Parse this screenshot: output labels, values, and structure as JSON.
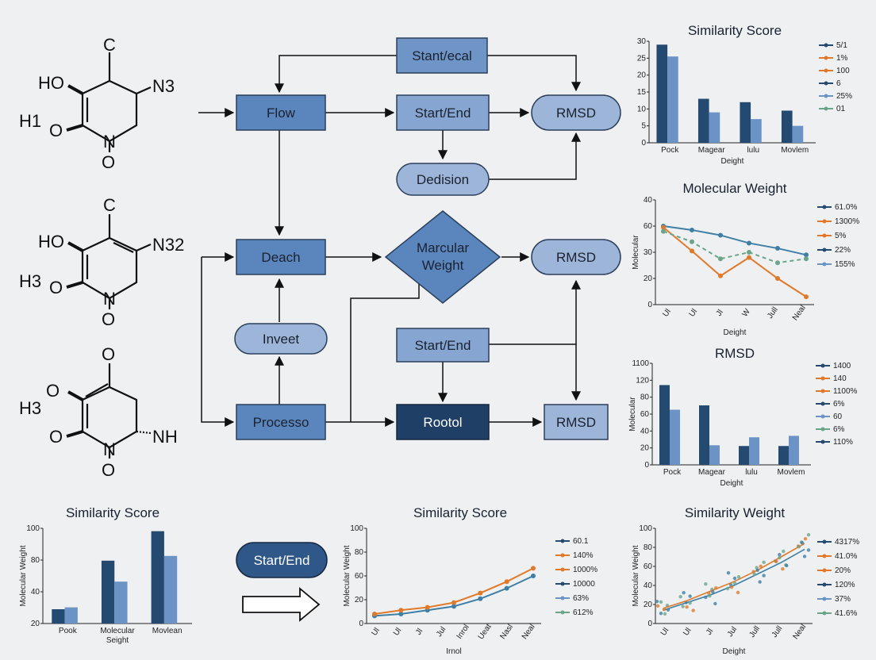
{
  "colors": {
    "bg": "#eef0f2",
    "node_mid": "#5b86bd",
    "node_light": "#9db5d8",
    "node_dark": "#1f3f66",
    "series_dark": "#244a72",
    "series_light": "#6b93c6",
    "series_orange": "#e07a2a",
    "series_green": "#6aa58a",
    "series_teal": "#3f7fa6"
  },
  "molecules": [
    {
      "atoms": {
        "top": "C",
        "ho": "HO",
        "n3": "N3",
        "h1": "H1",
        "o_left": "O",
        "n": "N",
        "o_bottom": "O"
      }
    },
    {
      "atoms": {
        "top": "C",
        "ho": "HO",
        "n3": "N32",
        "h1": "H3",
        "o_left": "O",
        "n": "N",
        "o_bottom": "O"
      }
    },
    {
      "atoms": {
        "top": "O",
        "ho": "O",
        "n3": "NH",
        "h1": "H3",
        "o_left": "O",
        "n": "N",
        "o_bottom": "O"
      }
    }
  ],
  "flow": {
    "n_top": "Stant/ecal",
    "n_flow": "Flow",
    "n_start1": "Start/End",
    "n_rmsd1": "RMSD",
    "n_decision": "Dedision",
    "n_deach": "Deach",
    "n_diamond_l1": "Marcular",
    "n_diamond_l2": "Weight",
    "n_rmsd2": "RMSD",
    "n_inveet": "Inveet",
    "n_start2": "Start/End",
    "n_processo": "Processo",
    "n_rootol": "Rootol",
    "n_rmsd3": "RMSD",
    "n_start3": "Start/End"
  },
  "chart_data": [
    {
      "id": "c1",
      "type": "bar",
      "title": "Similarity Score",
      "xlabel": "Deight",
      "ylabel": "",
      "categories": [
        "Pock",
        "Magear",
        "lulu",
        "Movlem"
      ],
      "yticks": [
        "0",
        "5",
        "10",
        "15",
        "20",
        "25",
        "30"
      ],
      "ylim": [
        0,
        30
      ],
      "series": [
        {
          "values": [
            29,
            13,
            12,
            9.5
          ]
        },
        {
          "values": [
            25.5,
            9,
            7,
            5
          ]
        }
      ],
      "legend": [
        "5/1",
        "1%",
        "100",
        "6",
        "25%",
        "01"
      ],
      "grid": false
    },
    {
      "id": "c2",
      "type": "line",
      "title": "Molecular Weight",
      "xlabel": "Deight",
      "ylabel": "Molecular",
      "categories": [
        "Ul",
        "Ul",
        "Jl",
        "W",
        "Jull",
        "Neal"
      ],
      "yticks": [
        "0",
        "20",
        "30",
        "60",
        "40"
      ],
      "ylim": [
        0,
        80
      ],
      "series": [
        {
          "values": [
            60,
            57,
            53,
            47,
            43,
            38
          ]
        },
        {
          "values": [
            59,
            41,
            22,
            36,
            20,
            6
          ]
        },
        {
          "values": [
            56,
            48,
            35,
            40,
            32,
            35
          ]
        }
      ],
      "legend": [
        "61.0%",
        "1300%",
        "5%",
        "22%",
        "155%"
      ],
      "grid": false
    },
    {
      "id": "c3",
      "type": "bar",
      "title": "RMSD",
      "xlabel": "Deight",
      "ylabel": "Molecular",
      "categories": [
        "Pock",
        "Magear",
        "lulu",
        "Movlem"
      ],
      "yticks": [
        "0",
        "20",
        "40",
        "60",
        "80",
        "120",
        "1100"
      ],
      "ylim": [
        0,
        140
      ],
      "series": [
        {
          "values": [
            110,
            82,
            26,
            26
          ]
        },
        {
          "values": [
            76,
            27,
            38,
            40
          ]
        }
      ],
      "legend": [
        "1400",
        "140",
        "1100%",
        "6%",
        "60",
        "6%",
        "110%"
      ],
      "grid": false
    },
    {
      "id": "c4",
      "type": "bar",
      "title": "Similarity Score",
      "xlabel": "",
      "ylabel": "Molecular Weight",
      "categories": [
        "Pook",
        "Molecular\nSeight",
        "Movlean"
      ],
      "yticks": [
        "20",
        "40",
        "80",
        "100"
      ],
      "ylim": [
        0,
        100
      ],
      "series": [
        {
          "values": [
            15,
            66,
            97
          ]
        },
        {
          "values": [
            17,
            44,
            71
          ]
        }
      ],
      "grid": false
    },
    {
      "id": "c5",
      "type": "line",
      "title": "Similarity Score",
      "xlabel": "Irnol",
      "ylabel": "Molecular Weight",
      "categories": [
        "Ul",
        "Ul",
        "Jl",
        "Jul",
        "Inrol",
        "Ueat",
        "Nasl",
        "Neal"
      ],
      "yticks": [
        "0",
        "20",
        "60",
        "80",
        "100"
      ],
      "ylim": [
        0,
        100
      ],
      "series": [
        {
          "values": [
            8,
            10,
            14,
            18,
            26,
            37,
            50
          ]
        },
        {
          "values": [
            10,
            14,
            17,
            22,
            32,
            44,
            58
          ]
        }
      ],
      "legend": [
        "60.1",
        "140%",
        "1000%",
        "10000",
        "63%",
        "612%"
      ],
      "grid": false
    },
    {
      "id": "c6",
      "type": "scatter",
      "title": "Similarity Weight",
      "xlabel": "Deight",
      "ylabel": "Molecular Weight",
      "categories": [
        "Ul",
        "Ul",
        "Jl",
        "Jul",
        "Jull",
        "Jull",
        "Neal"
      ],
      "yticks": [
        "0",
        "20",
        "40",
        "60",
        "80",
        "100"
      ],
      "ylim": [
        0,
        100
      ],
      "series": [
        {
          "values": [
            14,
            22,
            30,
            40,
            52,
            64,
            78
          ]
        },
        {
          "values": [
            16,
            24,
            34,
            44,
            56,
            70,
            84
          ]
        }
      ],
      "legend": [
        "4317%",
        "41.0%",
        "20%",
        "120%",
        "37%",
        "41.6%"
      ],
      "grid": false
    }
  ]
}
